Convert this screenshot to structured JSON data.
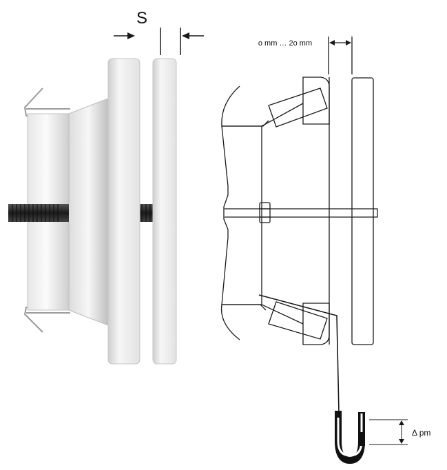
{
  "labels": {
    "gap_symbol": "S",
    "adjust_range": "o mm … 2o mm",
    "pressure_diff": "Δ pm"
  },
  "colors": {
    "outline": "#1a1a1a",
    "metal_light": "#f4f4f4",
    "metal_mid": "#d9d9d9",
    "metal_dark": "#a8a8a8",
    "rod": "#2b2b2b",
    "tube": "#111111"
  }
}
